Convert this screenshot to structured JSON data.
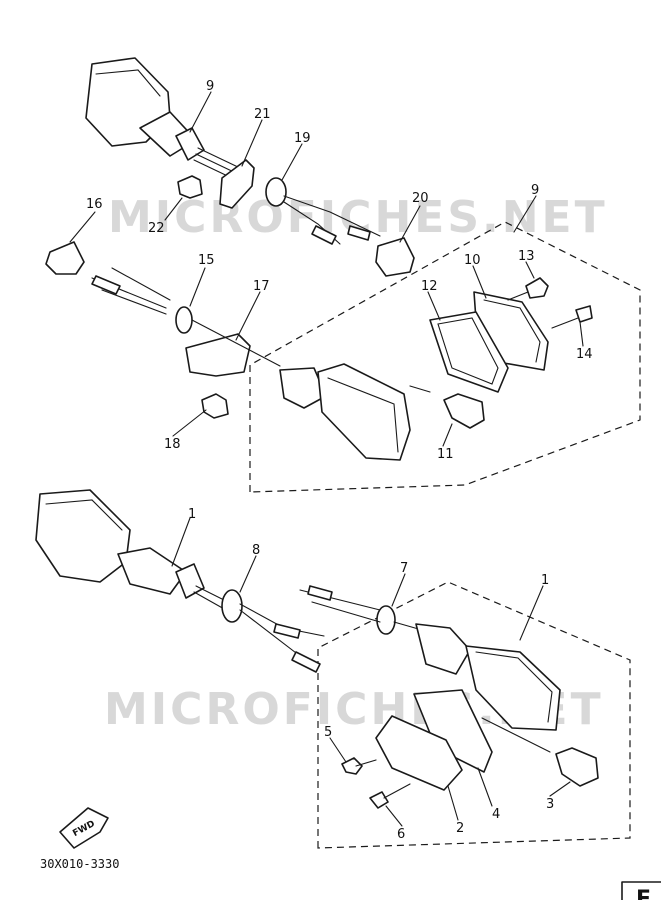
{
  "watermark": "MICROFICHES.NET",
  "diagram_code": "30X010-3330",
  "fwd_label": "FWD",
  "corner_letter": "F",
  "callouts": {
    "c1a": "1",
    "c1b": "1",
    "c2": "2",
    "c3": "3",
    "c4": "4",
    "c5": "5",
    "c6": "6",
    "c7": "7",
    "c8": "8",
    "c9a": "9",
    "c9b": "9",
    "c10": "10",
    "c11": "11",
    "c12": "12",
    "c13": "13",
    "c14": "14",
    "c15": "15",
    "c16": "16",
    "c17": "17",
    "c18": "18",
    "c19": "19",
    "c20": "20",
    "c21": "21",
    "c22": "22"
  }
}
